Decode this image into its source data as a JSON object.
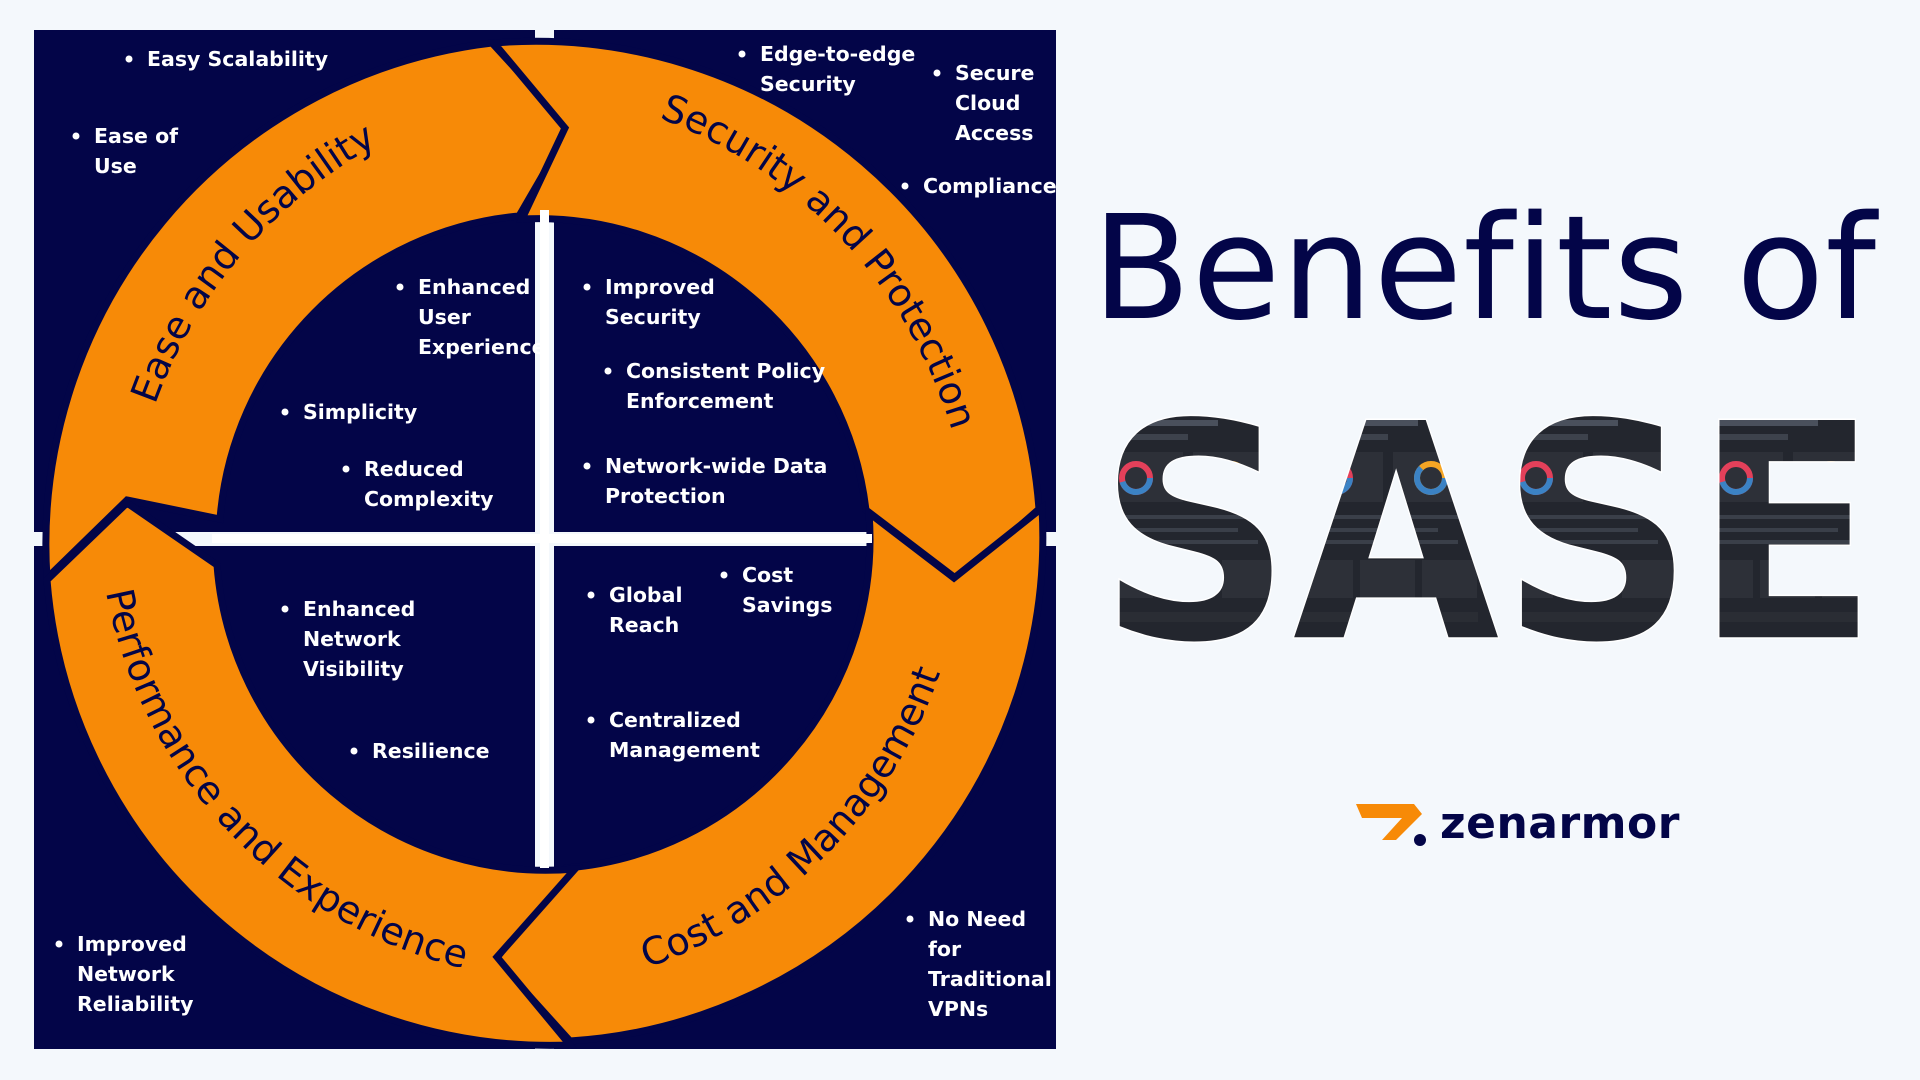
{
  "title": {
    "line1": "Benefits of",
    "line2": "SASE"
  },
  "brand": {
    "name": "zenarmor",
    "colors": {
      "orange": "#f78a07",
      "navy": "#030548"
    }
  },
  "diagram": {
    "colors": {
      "quadrant": "#030548",
      "arrow": "#f78a07",
      "text": "#ffffff",
      "background": "#f4f8fc"
    },
    "arcs": [
      {
        "key": "ease",
        "label": "Ease and Usability"
      },
      {
        "key": "security",
        "label": "Security and Protection"
      },
      {
        "key": "cost",
        "label": "Cost and Management"
      },
      {
        "key": "performance",
        "label": "Performance and Experience"
      }
    ],
    "outer_bullets": {
      "top_left": [
        [
          "Easy Scalability"
        ],
        [
          "Ease of",
          "Use"
        ]
      ],
      "top_right": [
        [
          "Edge-to-edge",
          "Security"
        ],
        [
          "Secure",
          "Cloud",
          "Access"
        ],
        [
          "Compliance"
        ]
      ],
      "bottom_left": [
        [
          "Improved",
          "Network",
          "Reliability"
        ]
      ],
      "bottom_right": [
        [
          "No Need",
          "for",
          "Traditional",
          "VPNs"
        ]
      ]
    },
    "inner_bullets": {
      "top_left": [
        [
          "Enhanced",
          "User",
          "Experience"
        ],
        [
          "Simplicity"
        ],
        [
          "Reduced",
          "Complexity"
        ]
      ],
      "top_right": [
        [
          "Improved",
          "Security"
        ],
        [
          "Consistent Policy",
          "Enforcement"
        ],
        [
          "Network-wide Data",
          "Protection"
        ]
      ],
      "bottom_left": [
        [
          "Enhanced",
          "Network",
          "Visibility"
        ],
        [
          "Resilience"
        ]
      ],
      "bottom_right": [
        [
          "Global",
          "Reach"
        ],
        [
          "Cost",
          "Savings"
        ],
        [
          "Centralized",
          "Management"
        ]
      ]
    }
  }
}
